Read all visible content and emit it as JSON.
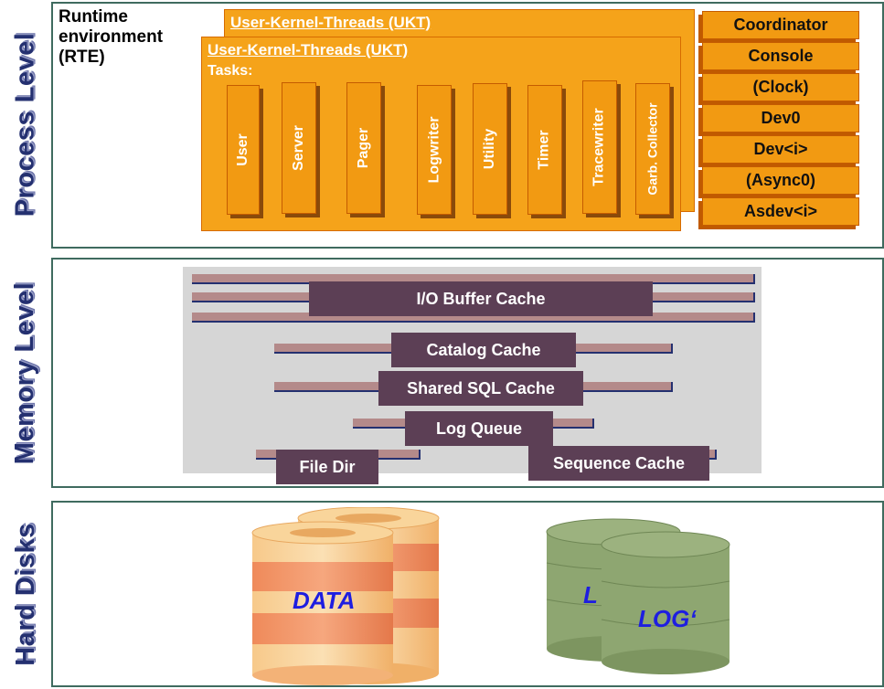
{
  "levels": {
    "process": "Process Level",
    "memory": "Memory Level",
    "disks": "Hard Disks"
  },
  "rte": {
    "title_line1": "Runtime",
    "title_line2": "environment",
    "title_line3": "(RTE)",
    "ukt_back_title": "User-Kernel-Threads (UKT)",
    "ukt_front_title": "User-Kernel-Threads (UKT)",
    "tasks_label": "Tasks:",
    "tasks": [
      "User",
      "Server",
      "Pager",
      "Logwriter",
      "Utility",
      "Timer",
      "Tracewriter",
      "Garb. Collector"
    ]
  },
  "threads": [
    "Coordinator",
    "Console",
    "(Clock)",
    "Dev0",
    "Dev<i>",
    "(Async0)",
    "Asdev<i>"
  ],
  "memory": {
    "io_buffer": "I/O Buffer Cache",
    "catalog": "Catalog Cache",
    "shared_sql": "Shared SQL Cache",
    "log_queue": "Log Queue",
    "file_dir": "File Dir",
    "sequence": "Sequence Cache"
  },
  "disks": {
    "data": "DATA",
    "log_l": "L",
    "log": "LOG‘"
  },
  "colors": {
    "orange": "#f29a12",
    "navy": "#243070",
    "cache_purple": "#5c3f55",
    "log_green": "#8ea671"
  }
}
